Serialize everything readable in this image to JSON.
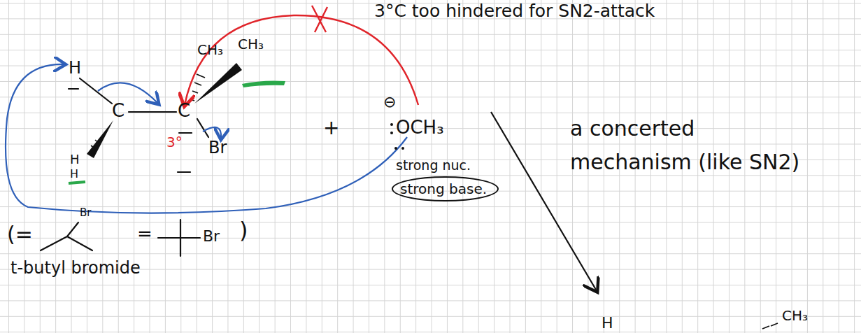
{
  "diagram": {
    "nodes": [
      {
        "text": [
          "strong base."
        ]
      }
    ],
    "labels": [
      "3°C too hindered for SN2-attack",
      "H",
      "C",
      "C",
      "CH₃",
      "CH₃",
      "H",
      "H",
      "Br",
      "3°",
      "+",
      "⊖",
      "OCH₃",
      "strong nuc.",
      "a concerted mechanism (like SN2)",
      "(=",
      "Br",
      "=",
      "Br",
      ")",
      "t-butyl bromide",
      "H",
      "CH₃"
    ]
  }
}
